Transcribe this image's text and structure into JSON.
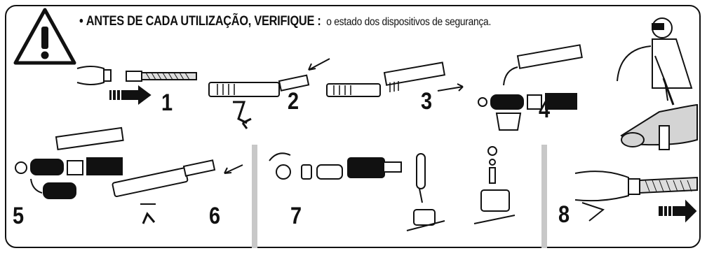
{
  "heading": {
    "bullet": "•",
    "bold": "ANTES DE CADA UTILIZAÇÃO, VERIFIQUE :",
    "normal": "o estado dos dispositivos de segurança."
  },
  "steps": [
    "1",
    "2",
    "3",
    "4",
    "5",
    "6",
    "7",
    "8"
  ],
  "icons": [
    "warning-icon",
    "operator-figure"
  ],
  "colors": {
    "ink": "#111111",
    "divider": "#c8c8c8",
    "shading": "#d4d4d4"
  }
}
